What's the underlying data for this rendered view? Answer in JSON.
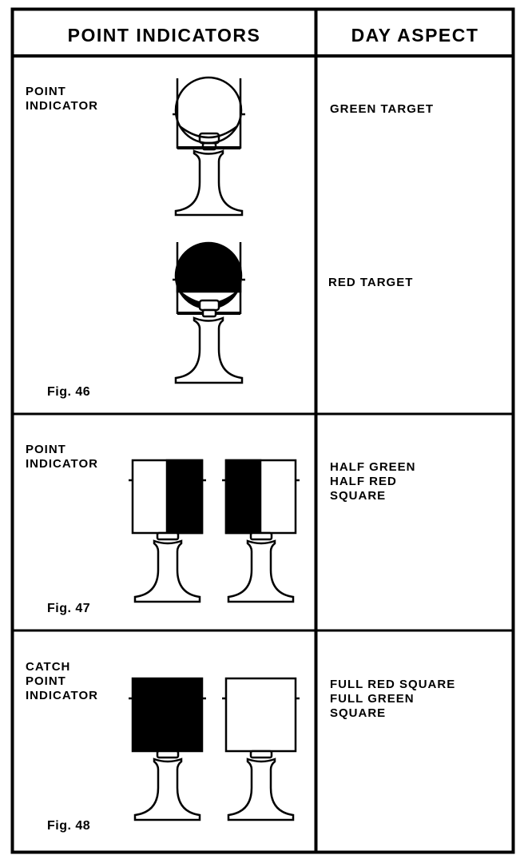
{
  "table": {
    "header": {
      "left": "POINT INDICATORS",
      "right": "DAY ASPECT"
    },
    "rows": [
      {
        "label_lines": [
          "POINT",
          "INDICATOR"
        ],
        "figure": "Fig. 46",
        "aspects": [
          "GREEN TARGET",
          "RED TARGET"
        ]
      },
      {
        "label_lines": [
          "POINT",
          "INDICATOR"
        ],
        "figure": "Fig. 47",
        "aspect_lines": [
          "HALF GREEN",
          "HALF RED",
          "SQUARE"
        ]
      },
      {
        "label_lines": [
          "CATCH",
          "POINT",
          "INDICATOR"
        ],
        "figure": "Fig. 48",
        "aspect_lines": [
          "FULL RED SQUARE",
          "FULL GREEN",
          "SQUARE"
        ]
      }
    ]
  },
  "colors": {
    "ink": "#000000",
    "paper": "#ffffff"
  }
}
